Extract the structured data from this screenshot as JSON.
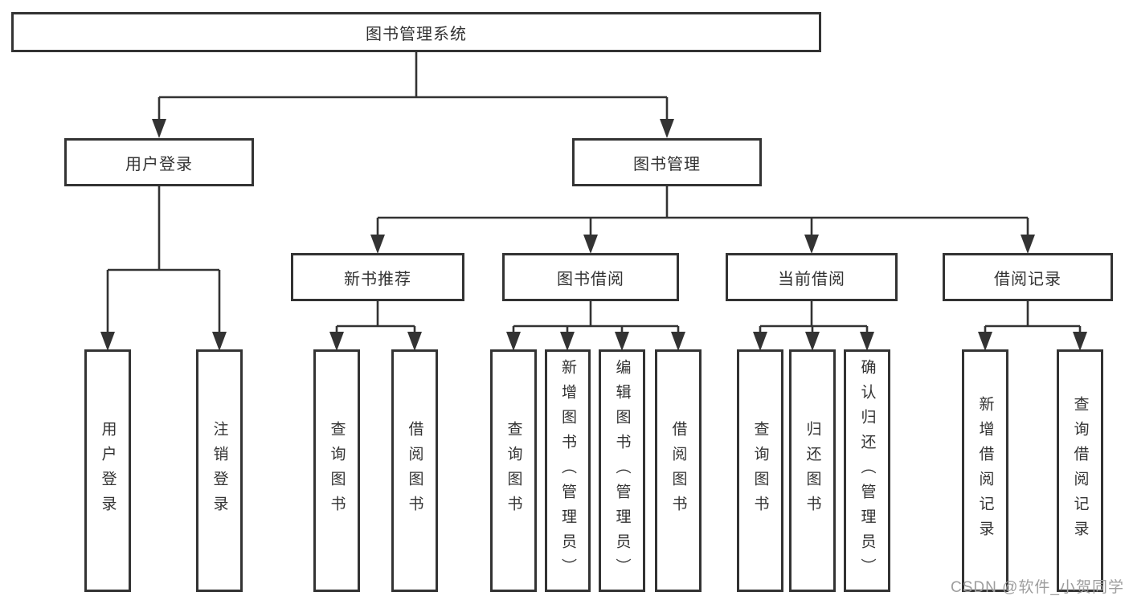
{
  "diagram": {
    "root": {
      "label": "图书管理系统"
    },
    "level2": {
      "user_login": {
        "label": "用户登录"
      },
      "book_mgmt": {
        "label": "图书管理"
      }
    },
    "level3": {
      "new_rec": {
        "label": "新书推荐"
      },
      "book_borrow": {
        "label": "图书借阅"
      },
      "cur_borrow": {
        "label": "当前借阅"
      },
      "borrow_rec": {
        "label": "借阅记录"
      }
    },
    "leaves": {
      "user_login_login": {
        "label": "用户登录"
      },
      "user_login_logout": {
        "label": "注销登录"
      },
      "new_rec_query": {
        "label": "查询图书"
      },
      "new_rec_borrow": {
        "label": "借阅图书"
      },
      "book_borrow_query": {
        "label": "查询图书"
      },
      "book_borrow_add": {
        "label": "新增图书（管理员）"
      },
      "book_borrow_edit": {
        "label": "编辑图书（管理员）"
      },
      "book_borrow_borrow": {
        "label": "借阅图书"
      },
      "cur_borrow_query": {
        "label": "查询图书"
      },
      "cur_borrow_return": {
        "label": "归还图书"
      },
      "cur_borrow_confirm": {
        "label": "确认归还（管理员）"
      },
      "borrow_rec_add": {
        "label": "新增借阅记录"
      },
      "borrow_rec_query": {
        "label": "查询借阅记录"
      }
    },
    "watermark": "CSDN @软件_小贺同学",
    "colors": {
      "line": "#333333",
      "text": "#333333",
      "background": "#ffffff",
      "watermark": "#9e9e9e"
    }
  }
}
